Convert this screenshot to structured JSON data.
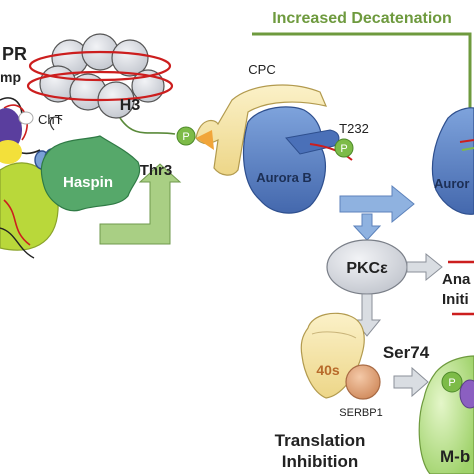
{
  "labels": {
    "banner": "Increased Decatenation",
    "pr": "PR",
    "mp": "mp",
    "cht": "ChT",
    "h3": "H3",
    "haspin": "Haspin",
    "thr3": "Thr3",
    "cpc": "CPC",
    "t232": "T232",
    "aurora_b": "Aurora B",
    "aurora_b_cut": "Auror",
    "pkce": "PKCε",
    "ana": "Ana",
    "initi": "Initi",
    "ribosome_40s": "40s",
    "ser74": "Ser74",
    "serbp1": "SERBP1",
    "translation": "Translation",
    "inhibition": "Inhibition",
    "m_b": "M-b",
    "phospho_p": "P"
  },
  "colors": {
    "banner_green": "#6e9a3e",
    "aurora_blue": "#5d84c6",
    "haspin_green": "#56a86a",
    "histone_grey": "#d6d8de",
    "dna_red": "#cc1e1e",
    "phospho_green": "#7dbb48",
    "arrow_blue": "#8fb2e0",
    "arrow_green": "#a9cf84",
    "pkc_grey": "#d9dde2",
    "ribosome_tan": "#f6e4a6",
    "serbp1_orange": "#e0a078",
    "mb_green": "#b8e08a",
    "cpc_tan": "#e8dba8"
  }
}
